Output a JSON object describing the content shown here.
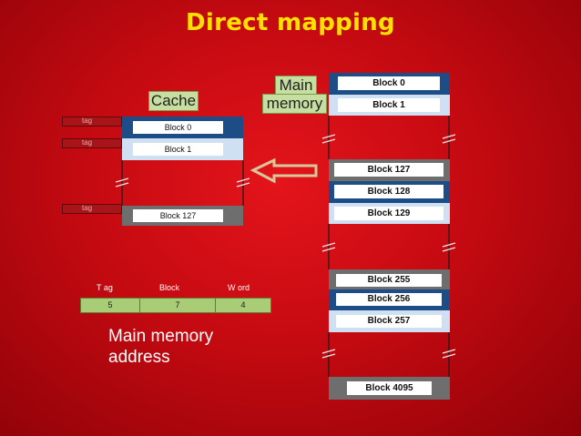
{
  "title": "Direct mapping",
  "cache": {
    "label": "Cache",
    "tag_label": "tag",
    "blocks": [
      "Block 0",
      "Block 1",
      "Block 127"
    ]
  },
  "main_memory": {
    "label_line1": "Main",
    "label_line2": "memory",
    "blocks": [
      "Block 0",
      "Block 1",
      "Block 127",
      "Block 128",
      "Block 129",
      "Block 255",
      "Block 256",
      "Block 257",
      "Block 4095"
    ]
  },
  "address": {
    "fields": [
      {
        "name": "T ag",
        "bits": "5"
      },
      {
        "name": "Block",
        "bits": "7"
      },
      {
        "name": "W ord",
        "bits": "4"
      }
    ],
    "caption_line1": "Main memory",
    "caption_line2": "address"
  },
  "colors": {
    "title": "#ffe000",
    "block_dark": "#1d4d86",
    "block_light": "#cfe0f2",
    "block_gray": "#6e6e6e",
    "arrow_fill": "#d6c89a",
    "address_cell": "#a9cc76"
  }
}
